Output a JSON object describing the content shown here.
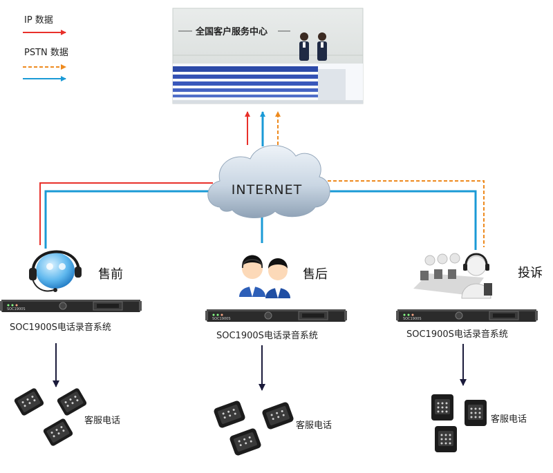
{
  "legend": {
    "ip_label": "IP 数据",
    "pstn_label": "PSTN 数据",
    "colors": {
      "ip": "#e8302a",
      "pstn": "#ee8a1e",
      "lan": "#1a9ad6"
    }
  },
  "service_center": {
    "banner_text": "全国客户服务中心"
  },
  "cloud": {
    "label": "INTERNET"
  },
  "sites": [
    {
      "service_label": "售前",
      "system_label": "SOC1900S电话录音系统",
      "device_text": "SOC1900S",
      "phone_label": "客服电话",
      "icon": "headset-agent-icon"
    },
    {
      "service_label": "售后",
      "system_label": "SOC1900S电话录音系统",
      "device_text": "SOC1900S",
      "phone_label": "客服电话",
      "icon": "support-staff-icon"
    },
    {
      "service_label": "投诉",
      "system_label": "SOC1900S电话录音系统",
      "device_text": "SOC1900S",
      "phone_label": "客服电话",
      "icon": "call-center-agents-icon"
    }
  ]
}
